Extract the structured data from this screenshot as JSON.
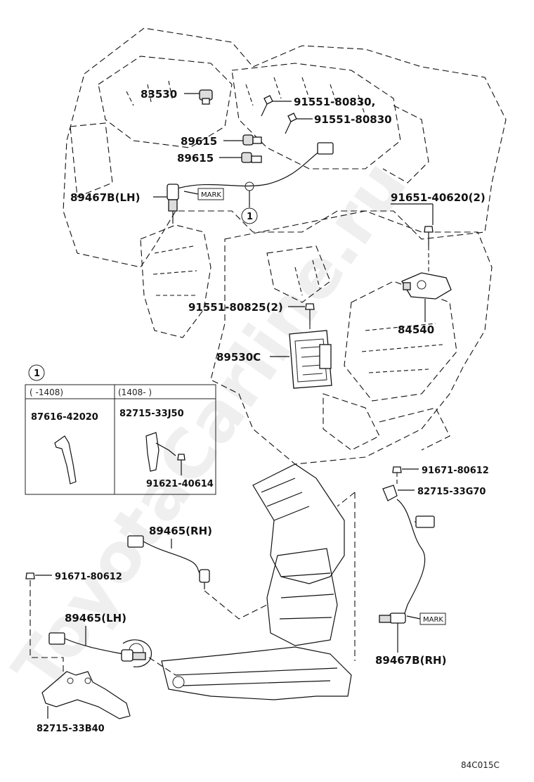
{
  "labels": {
    "p83530": "83530",
    "p91551_80830a": "91551-80830,",
    "p91551_80830b": "91551-80830",
    "p89615a": "89615",
    "p89615b": "89615",
    "p89467b_lh": "89467B(LH)",
    "mark1": "MARK",
    "p91651_40620": "91651-40620(2)",
    "p91551_80825": "91551-80825(2)",
    "p84540": "84540",
    "p89530c": "89530C",
    "p91671_80612a": "91671-80612",
    "p82715_33g70": "82715-33G70",
    "p89465_rh": "89465(RH)",
    "p91671_80612b": "91671-80612",
    "p89465_lh": "89465(LH)",
    "mark2": "MARK",
    "p89467b_rh": "89467B(RH)",
    "p82715_33b40": "82715-33B40",
    "ref_code": "84C015C"
  },
  "callout": {
    "marker": "1",
    "col1_header": "(      -1408)",
    "col2_header": "(1408-      )",
    "col1_part": "87616-42020",
    "col2_part": "82715-33J50",
    "col2_sub": "91621-40614"
  },
  "watermark": "ToyotaCarline.ru"
}
